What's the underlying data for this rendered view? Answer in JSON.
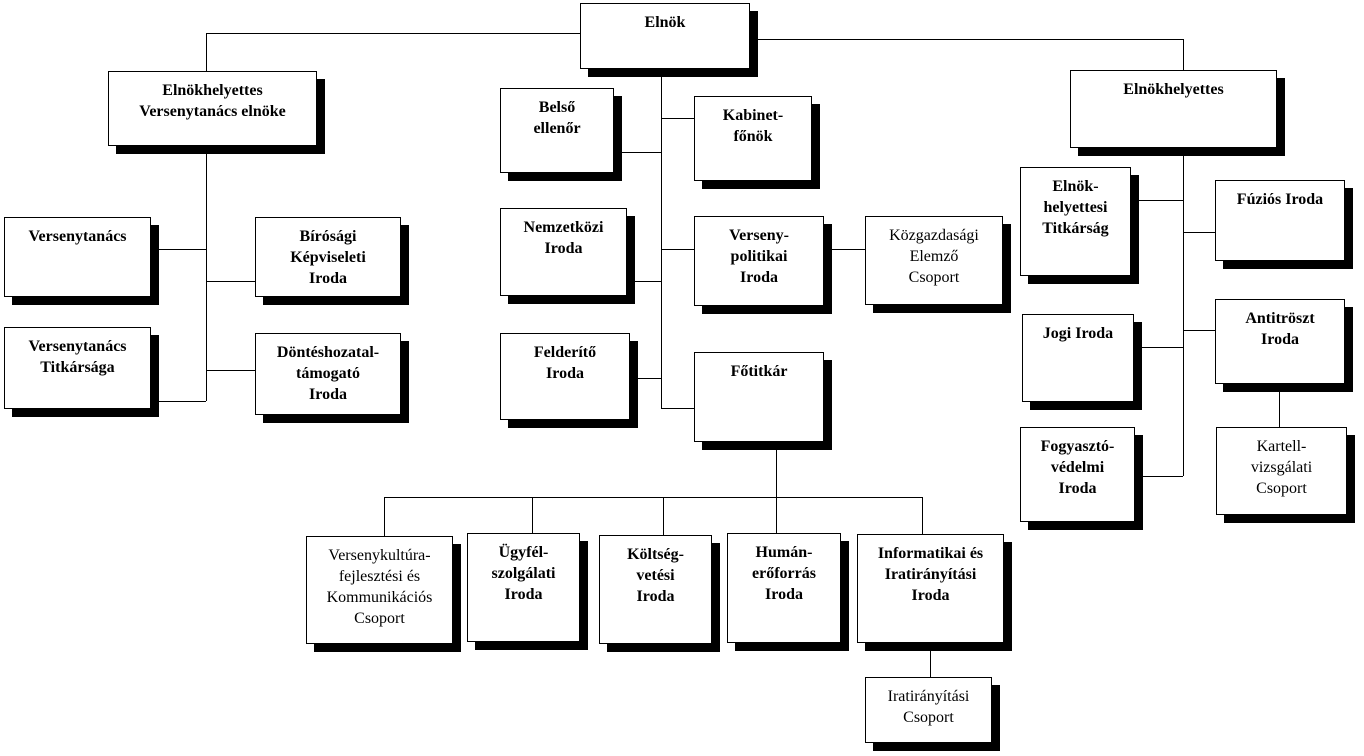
{
  "nodes": {
    "elnok": {
      "text": "Elnök"
    },
    "vh_vt": {
      "text": "Elnökhelyettes\nVersenytanács elnöke"
    },
    "versenytanacs": {
      "text": "Versenytanács"
    },
    "vt_titkarsag": {
      "text": "Versenytanács\nTitkársága"
    },
    "birosagi": {
      "text": "Bírósági\nKépviseleti\nIroda"
    },
    "donteshozatal": {
      "text": "Döntéshozatal-\ntámogató\nIroda"
    },
    "belso": {
      "text": "Belső\nellenőr"
    },
    "nemzetkozi": {
      "text": "Nemzetközi\nIroda"
    },
    "felderito": {
      "text": "Felderítő\nIroda"
    },
    "kabinet": {
      "text": "Kabinet-\nfőnök"
    },
    "versenypol": {
      "text": "Verseny-\npolitikai\nIroda"
    },
    "kozgazd": {
      "text": "Közgazdasági\nElemző\nCsoport"
    },
    "fotitkar": {
      "text": "Főtitkár"
    },
    "vh_right": {
      "text": "Elnökhelyettes"
    },
    "vh_titkarsag": {
      "text": "Elnök-\nhelyettesi\nTitkárság"
    },
    "fuzios": {
      "text": "Fúziós Iroda"
    },
    "jogi": {
      "text": "Jogi Iroda"
    },
    "antitroszt": {
      "text": "Antitröszt\nIroda"
    },
    "fogyaszto": {
      "text": "Fogyasztó-\nvédelmi\nIroda"
    },
    "kartell": {
      "text": "Kartell-\nvizsgálati\nCsoport"
    },
    "versenykultura": {
      "text": "Versenykultúra-\nfejlesztési és\nKommunikációs\nCsoport"
    },
    "ugyfel": {
      "text": "Ügyfél-\nszolgálati\nIroda"
    },
    "koltseg": {
      "text": "Költség-\nvetési\nIroda"
    },
    "human": {
      "text": "Humán-\nerőforrás\nIroda"
    },
    "informatikai": {
      "text": "Informatikai és\nIratirányítási\nIroda"
    },
    "iratiranyitasi": {
      "text": "Iratirányítási\nCsoport"
    }
  }
}
